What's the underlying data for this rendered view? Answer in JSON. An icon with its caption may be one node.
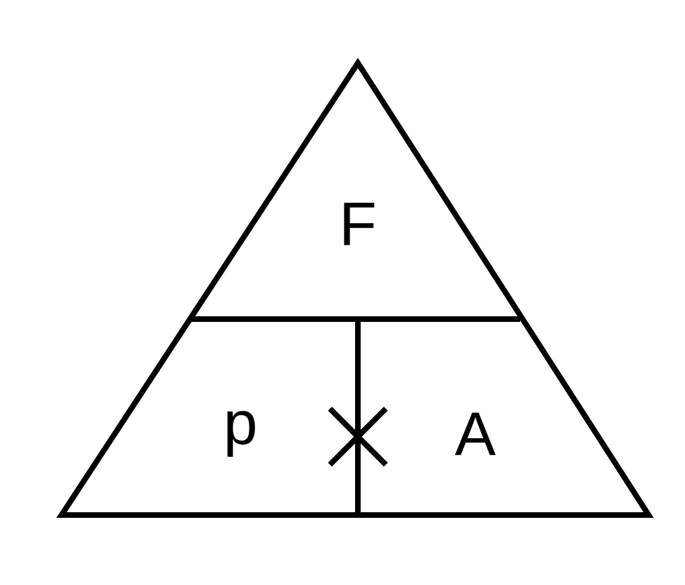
{
  "diagram": {
    "nodes": [
      {
        "text": [
          "F"
        ]
      },
      {
        "text": [
          "p"
        ]
      },
      {
        "text": [
          "A"
        ]
      }
    ]
  }
}
